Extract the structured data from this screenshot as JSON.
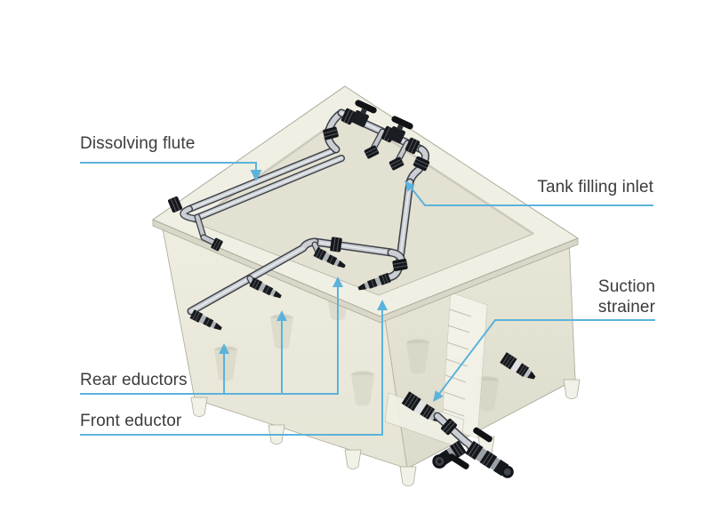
{
  "colors": {
    "accent": "#5BB3DB",
    "label_text": "#3C3C3B",
    "tank_body": "#EDEBDF",
    "pipe_fitting": "#17191D"
  },
  "callouts": [
    {
      "id": "dissolving-flute",
      "text": "Dissolving flute"
    },
    {
      "id": "tank-filling-inlet",
      "text": "Tank filling inlet"
    },
    {
      "id": "suction-strainer",
      "lines": [
        "Suction",
        "strainer"
      ]
    },
    {
      "id": "rear-eductors",
      "text": "Rear eductors"
    },
    {
      "id": "front-eductor",
      "text": "Front eductor"
    }
  ]
}
